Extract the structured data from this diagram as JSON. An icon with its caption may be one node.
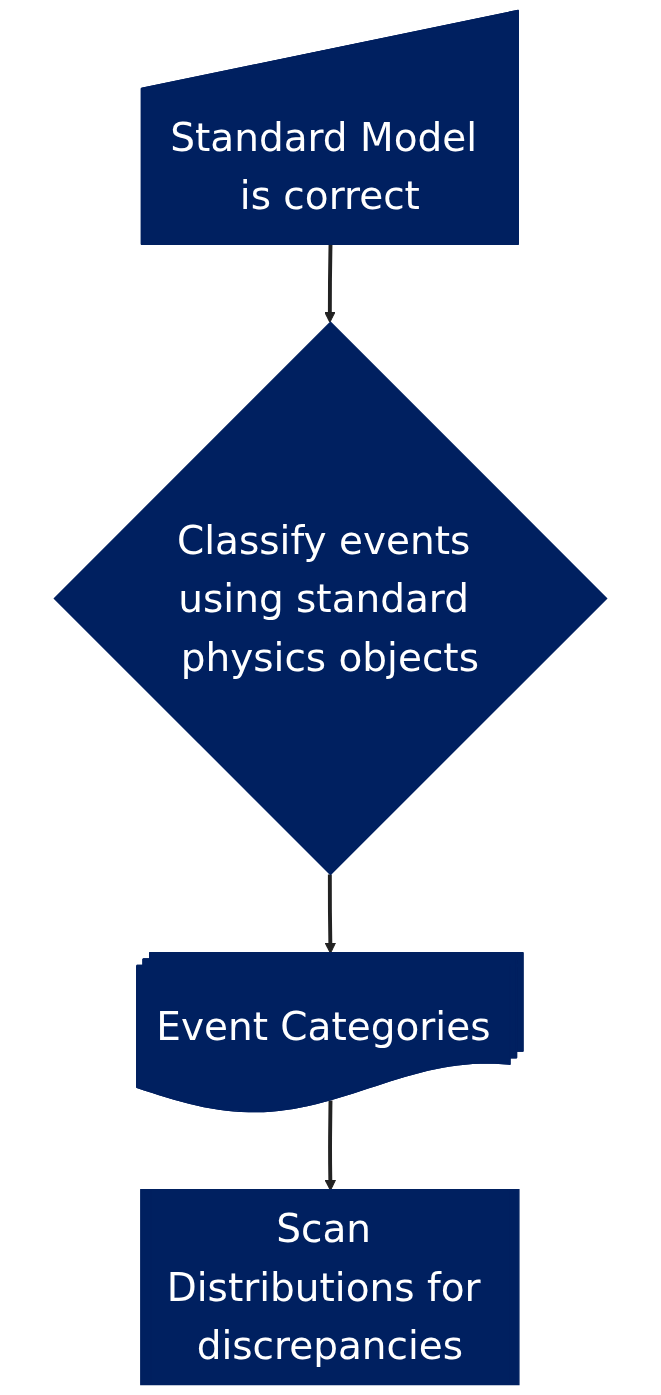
{
  "diagram": {
    "nodes": [
      {
        "text": [
          "Standard Model is correct"
        ]
      },
      {
        "text": [
          "Classify events using standard physics objects"
        ]
      },
      {
        "text": [
          "Event Categories"
        ]
      },
      {
        "text": [
          "Scan Distributions for discrepancies"
        ]
      }
    ],
    "edges": [
      {
        "from": 0,
        "to": 1,
        "arrow": "to"
      },
      {
        "from": 1,
        "to": 2,
        "arrow": "to"
      },
      {
        "from": 2,
        "to": 3,
        "arrow": "to"
      }
    ]
  }
}
